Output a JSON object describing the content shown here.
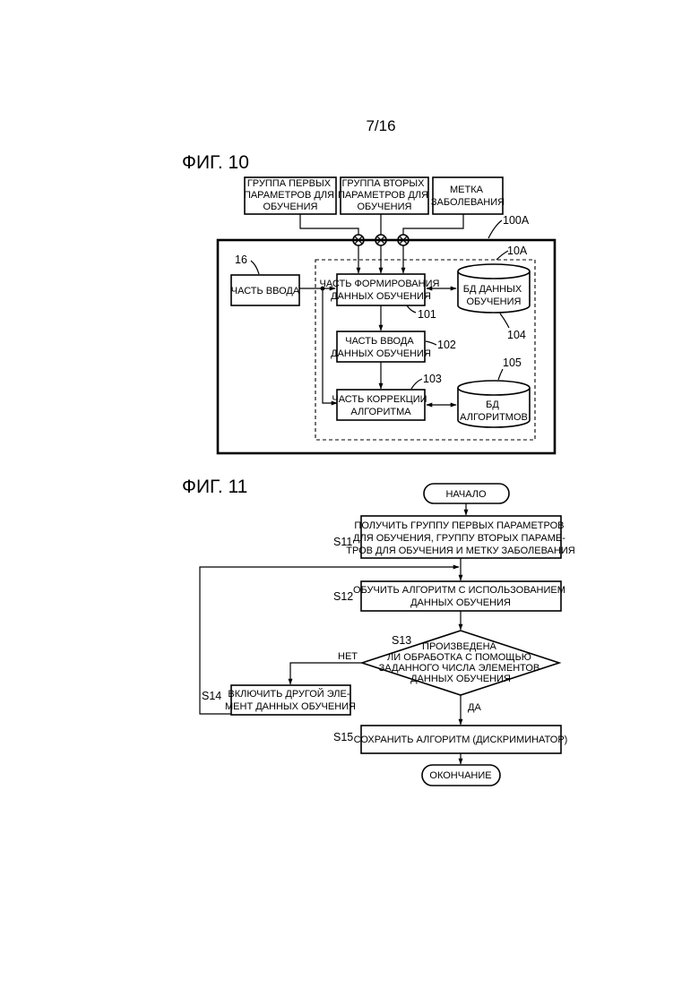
{
  "page_number": "7/16",
  "fig10": {
    "title": "ФИГ. 10",
    "inputs": [
      [
        "ГРУППА ПЕРВЫХ",
        "ПАРАМЕТРОВ ДЛЯ",
        "ОБУЧЕНИЯ"
      ],
      [
        "ГРУППА ВТОРЫХ",
        "ПАРАМЕТРОВ ДЛЯ",
        "ОБУЧЕНИЯ"
      ],
      [
        "МЕТКА",
        "ЗАБОЛЕВАНИЯ"
      ]
    ],
    "device_ref": "100A",
    "unit_ref": "10A",
    "input_part": {
      "ref": "16",
      "label": "ЧАСТЬ ВВОДА"
    },
    "forming": {
      "ref": "101",
      "lines": [
        "ЧАСТЬ ФОРМИРОВАНИЯ",
        "ДАННЫХ ОБУЧЕНИЯ"
      ]
    },
    "data_input": {
      "ref": "102",
      "lines": [
        "ЧАСТЬ ВВОДА",
        "ДАННЫХ ОБУЧЕНИЯ"
      ]
    },
    "correction": {
      "ref": "103",
      "lines": [
        "ЧАСТЬ КОРРЕКЦИИ",
        "АЛГОРИТМА"
      ]
    },
    "training_db": {
      "ref": "104",
      "lines": [
        "БД ДАННЫХ",
        "ОБУЧЕНИЯ"
      ]
    },
    "algorithm_db": {
      "ref": "105",
      "lines": [
        "БД",
        "АЛГОРИТМОВ"
      ]
    }
  },
  "fig11": {
    "title": "ФИГ. 11",
    "start": "НАЧАЛО",
    "end": "ОКОНЧАНИЕ",
    "steps": {
      "s11": {
        "id": "S11",
        "lines": [
          "ПОЛУЧИТЬ ГРУППУ ПЕРВЫХ ПАРАМЕТРОВ",
          "ДЛЯ ОБУЧЕНИЯ, ГРУППУ ВТОРЫХ ПАРАМЕ-",
          "ТРОВ ДЛЯ ОБУЧЕНИЯ И МЕТКУ ЗАБОЛЕВАНИЯ"
        ]
      },
      "s12": {
        "id": "S12",
        "lines": [
          "ОБУЧИТЬ АЛГОРИТМ С ИСПОЛЬЗОВАНИЕМ",
          "ДАННЫХ ОБУЧЕНИЯ"
        ]
      },
      "s13": {
        "id": "S13",
        "lines": [
          "ПРОИЗВЕДЕНА",
          "ЛИ ОБРАБОТКА С ПОМОЩЬЮ",
          "ЗАДАННОГО ЧИСЛА ЭЛЕМЕНТОВ",
          "ДАННЫХ ОБУЧЕНИЯ"
        ]
      },
      "s14": {
        "id": "S14",
        "lines": [
          "ВКЛЮЧИТЬ ДРУГОЙ ЭЛЕ-",
          "МЕНТ ДАННЫХ ОБУЧЕНИЯ"
        ]
      },
      "s15": {
        "id": "S15",
        "lines": [
          "СОХРАНИТЬ АЛГОРИТМ (ДИСКРИМИНАТОР)"
        ]
      }
    },
    "no_label": "НЕТ",
    "yes_label": "ДА"
  }
}
